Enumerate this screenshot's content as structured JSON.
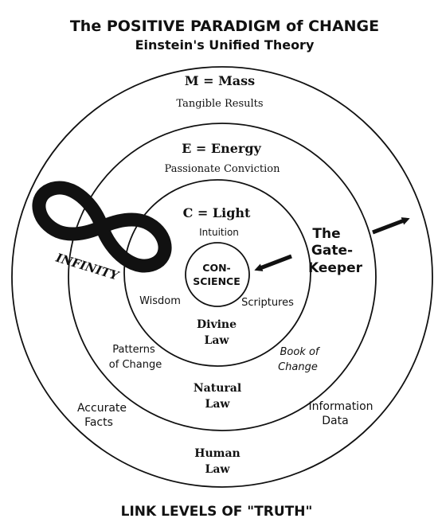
{
  "header": {
    "title": "The POSITIVE PARADIGM of CHANGE",
    "subtitle": "Einstein's Unified Theory"
  },
  "outer_ring": {
    "heading": "M = Mass",
    "subheading": "Tangible Results",
    "left_label_line1": "Accurate",
    "left_label_line2": "Facts",
    "right_label_line1": "Information",
    "right_label_line2": "Data",
    "bottom_label_line1": "Human",
    "bottom_label_line2": "Law"
  },
  "middle_ring": {
    "heading": "E = Energy",
    "subheading": "Passionate Conviction",
    "left_label_line1": "Patterns",
    "left_label_line2": "of Change",
    "right_label_line1": "Book of",
    "right_label_line2": "Change",
    "bottom_label_line1": "Natural",
    "bottom_label_line2": "Law"
  },
  "inner_ring": {
    "heading": "C = Light",
    "subheading": "Intuition",
    "left_label": "Wisdom",
    "right_label": "Scriptures",
    "bottom_label_line1": "Divine",
    "bottom_label_line2": "Law"
  },
  "core": {
    "line1": "CON-",
    "line2": "SCIENCE"
  },
  "infinity": {
    "label": "INFINITY",
    "symbol_icon": "infinity-icon"
  },
  "gatekeeper": {
    "line1": "The",
    "line2": "Gate-",
    "line3": "Keeper"
  },
  "footer": {
    "caption": "LINK LEVELS OF \"TRUTH\""
  },
  "colors": {
    "ink": "#111111",
    "background": "#ffffff"
  }
}
